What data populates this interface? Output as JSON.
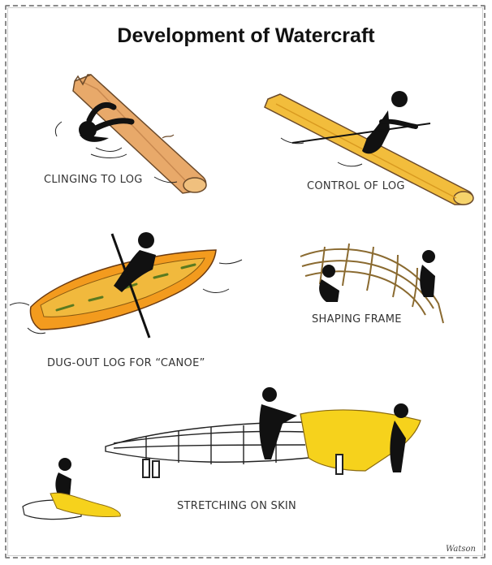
{
  "title": "Development of Watercraft",
  "captions": {
    "clinging": "CLINGING TO LOG",
    "control": "CONTROL OF LOG",
    "dugout": "DUG-OUT LOG FOR  “CANOE”",
    "shaping": "SHAPING FRAME",
    "stretching": "STRETCHING ON SKIN"
  },
  "signature": "Watson",
  "colors": {
    "log": "#e8a96a",
    "log_gold": "#f2bd3c",
    "canoe_orange": "#f39b1e",
    "skin_yellow": "#f6d21c",
    "figure": "#111111",
    "frame_wood": "#c7a96a"
  }
}
